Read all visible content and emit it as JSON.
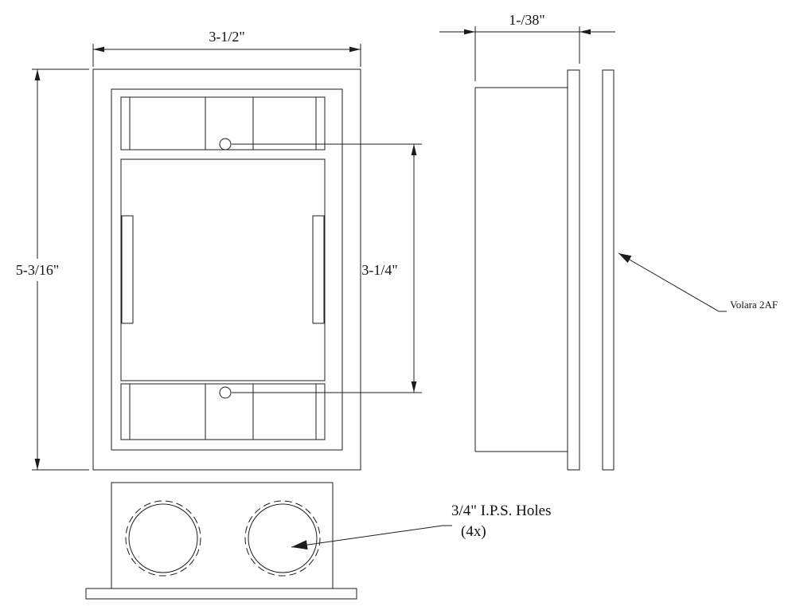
{
  "sheet": {
    "background": "#ffffff",
    "line_color": "#1c1c1c"
  },
  "dimensions": {
    "front_width": "3-1/2\"",
    "front_height": "5-3/16\"",
    "opening_height": "3-1/4\"",
    "side_depth": "1-/38\""
  },
  "annotations": {
    "foam": "Volara 2AF",
    "holes_line1": "3/4\" I.P.S. Holes",
    "holes_line2": "(4x)"
  }
}
